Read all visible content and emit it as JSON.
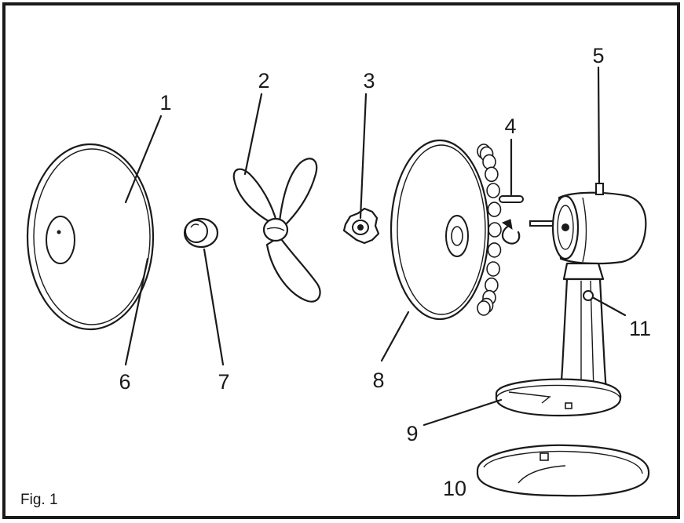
{
  "figure": {
    "caption": "Fig. 1"
  },
  "callouts": {
    "front_guard": "1",
    "blade": "2",
    "spinner_nut": "3",
    "pin": "4",
    "knob": "5",
    "guard_ring": "6",
    "blade_cap": "7",
    "rear_guard": "8",
    "base_top": "9",
    "base_bottom": "10",
    "tilt_screw": "11"
  }
}
